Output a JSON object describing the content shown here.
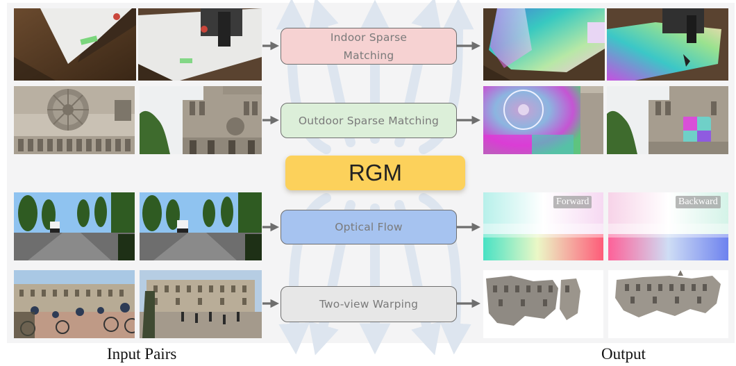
{
  "diagram": {
    "center_model": "RGM",
    "tasks": [
      {
        "label": "Indoor Sparse\nMatching",
        "color": "#f6d2d2"
      },
      {
        "label": "Outdoor Sparse Matching",
        "color": "#dcefd9"
      },
      {
        "label": "Optical Flow",
        "color": "#a6c3f0"
      },
      {
        "label": "Two-view Warping",
        "color": "#e7e7e7"
      }
    ],
    "flow_tags": {
      "forward": "Forward",
      "backward": "Backward"
    },
    "captions": {
      "input": "Input Pairs",
      "output": "Output"
    }
  },
  "colors": {
    "background_panel": "#f4f4f5",
    "rgm_fill": "#fcd15b",
    "arrow": "#6e6e6e",
    "radial_arrows": "#dde5ef"
  },
  "photos": [
    "indoor-input-left",
    "indoor-input-right",
    "indoor-output-left",
    "indoor-output-right",
    "cathedral-input-left",
    "cathedral-input-right",
    "cathedral-output-left",
    "cathedral-output-right",
    "street-input-left",
    "street-input-right",
    "flow-forward",
    "flow-backward",
    "palace-input-left",
    "palace-input-right",
    "warp-output-left",
    "warp-output-right"
  ]
}
